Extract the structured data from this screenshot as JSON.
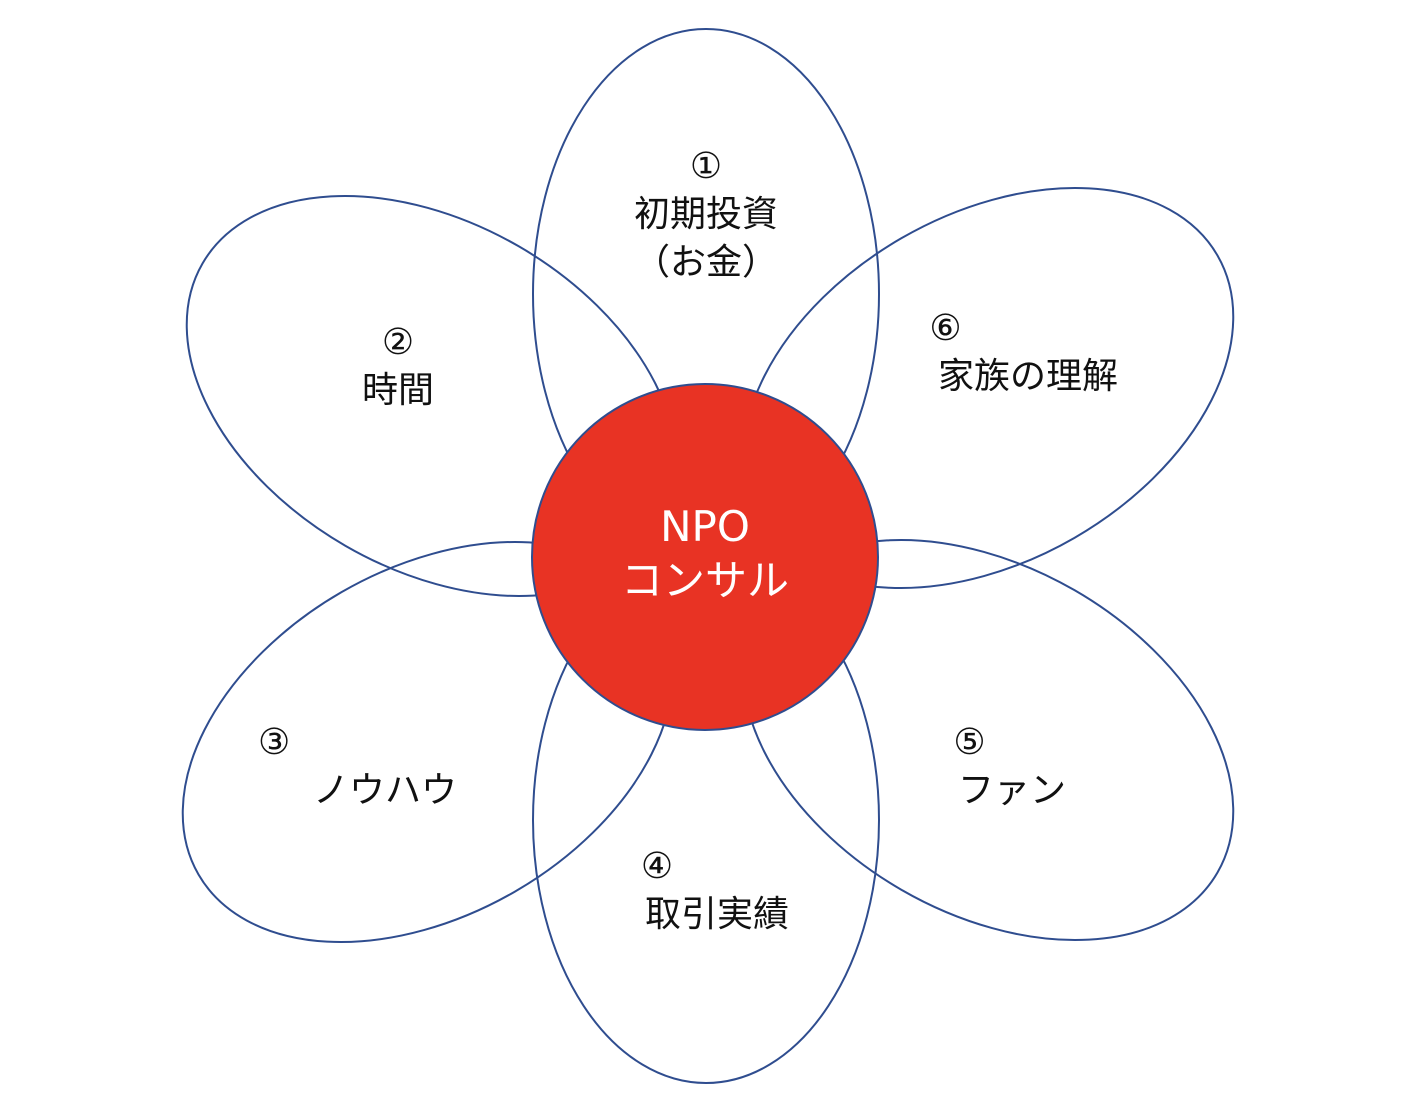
{
  "colors": {
    "petal_stroke": "#2f4d8f",
    "center_fill": "#e83324",
    "center_stroke": "#2f4d8f"
  },
  "center": {
    "line1": "NPO",
    "line2": "コンサル"
  },
  "petals": [
    {
      "num": "①",
      "line1": "初期投資",
      "line2": "（お金）"
    },
    {
      "num": "②",
      "line1": "時間"
    },
    {
      "num": "③",
      "line1": "ノウハウ"
    },
    {
      "num": "④",
      "line1": "取引実績"
    },
    {
      "num": "⑤",
      "line1": "ファン"
    },
    {
      "num": "⑥",
      "line1": "家族の理解"
    }
  ]
}
